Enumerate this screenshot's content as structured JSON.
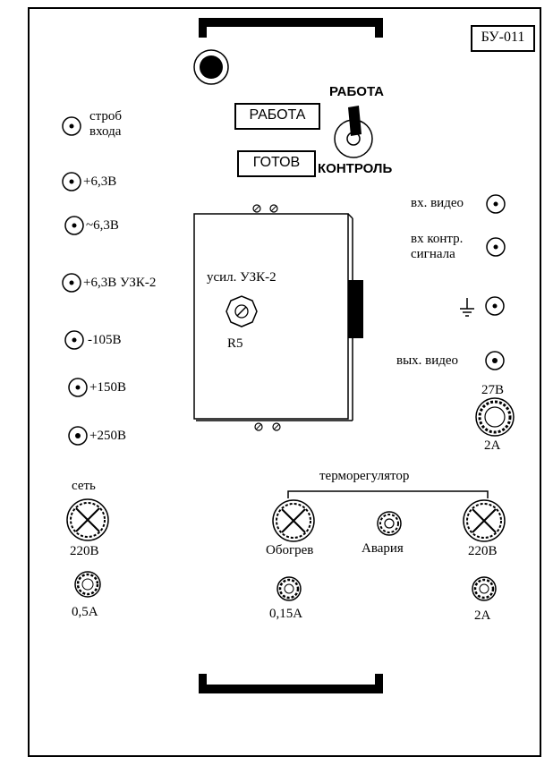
{
  "panel": {
    "model_label": "БУ-011",
    "status_boxes": {
      "rabota": "РАБОТА",
      "gotov": "ГОТОВ"
    },
    "toggle": {
      "top_label": "РАБОТА",
      "bottom_label": "КОНТРОЛЬ"
    }
  },
  "left_jacks": {
    "strob": "строб\nвхода",
    "p63": "+6,3В",
    "ac63": "~6,3В",
    "p63uzk": "+6,3В УЗК-2",
    "m105": "-105В",
    "p150": "+150В",
    "p250": "+250В"
  },
  "module": {
    "title": "усил. УЗК-2",
    "pot_label": "R5"
  },
  "right_jacks": {
    "vx_video": "вх. видео",
    "vx_kontr": "вх контр.\nсигнала",
    "vyx_video": "вых. видео"
  },
  "fuse_27": {
    "top": "27В",
    "bottom": "2А"
  },
  "mains": {
    "title": "сеть",
    "lamp_label": "220В",
    "fuse_label": "0,5А"
  },
  "thermo": {
    "title": "терморегулятор",
    "heater_label": "Обогрев",
    "alarm_label": "Авария",
    "right_lamp_label": "220В",
    "heater_fuse_label": "0,15А",
    "right_fuse_label": "2А"
  }
}
